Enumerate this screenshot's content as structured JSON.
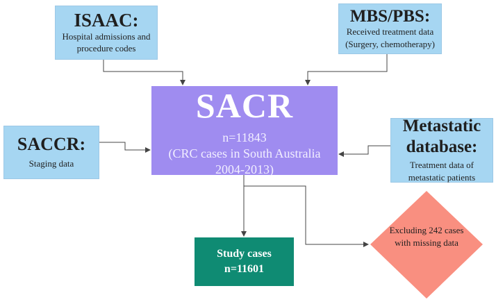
{
  "nodes": {
    "isaac": {
      "title": "ISAAC:",
      "line1": "Hospital admissions and",
      "line2": "procedure codes"
    },
    "mbs": {
      "title": "MBS/PBS:",
      "line1": "Received treatment data",
      "line2": "(Surgery, chemotherapy)"
    },
    "saccr": {
      "title": "SACCR:",
      "line1": "Staging data"
    },
    "metastatic": {
      "title1": "Metastatic",
      "title2": "database:",
      "line1": "Treatment data of",
      "line2": "metastatic patients"
    },
    "sacr": {
      "title": "SACR",
      "line1": "n=11843",
      "line2": "(CRC cases in South Australia",
      "line3": "2004-2013)"
    },
    "study": {
      "line1": "Study cases",
      "line2": "n=11601"
    },
    "excluding": {
      "line1": "Excluding 242 cases",
      "line2": "with missing data"
    }
  },
  "colors": {
    "source_box": "#a6d6f2",
    "sacr_box": "#9f8cf0",
    "study_box": "#0f8b73",
    "exclusion_diamond": "#f98f80",
    "connector": "#444444"
  }
}
